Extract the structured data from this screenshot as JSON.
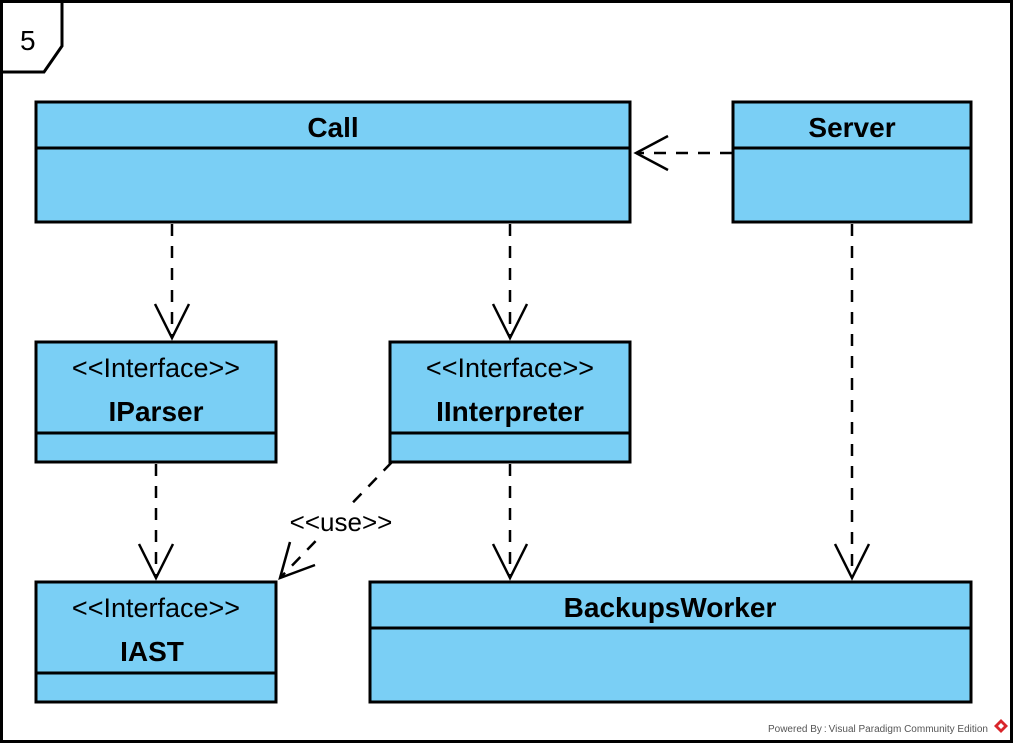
{
  "diagram": {
    "frame_label": "5",
    "classes": [
      {
        "id": "call",
        "name": "Call",
        "stereotype": ""
      },
      {
        "id": "server",
        "name": "Server",
        "stereotype": ""
      },
      {
        "id": "iparser",
        "name": "IParser",
        "stereotype": "<<Interface>>"
      },
      {
        "id": "iinterpreter",
        "name": "IInterpreter",
        "stereotype": "<<Interface>>"
      },
      {
        "id": "iast",
        "name": "IAST",
        "stereotype": "<<Interface>>"
      },
      {
        "id": "backupsworker",
        "name": "BackupsWorker",
        "stereotype": ""
      }
    ],
    "dependencies": [
      {
        "from": "server",
        "to": "call",
        "label": ""
      },
      {
        "from": "call",
        "to": "iparser",
        "label": ""
      },
      {
        "from": "call",
        "to": "iinterpreter",
        "label": ""
      },
      {
        "from": "iparser",
        "to": "iast",
        "label": ""
      },
      {
        "from": "iinterpreter",
        "to": "iast",
        "label": "<<use>>"
      },
      {
        "from": "iinterpreter",
        "to": "backupsworker",
        "label": ""
      },
      {
        "from": "server",
        "to": "backupsworker",
        "label": ""
      }
    ],
    "watermark": "Powered By : Visual Paradigm Community Edition"
  },
  "colors": {
    "class_fill": "#7acff5",
    "stroke": "#000000",
    "background": "#ffffff"
  }
}
